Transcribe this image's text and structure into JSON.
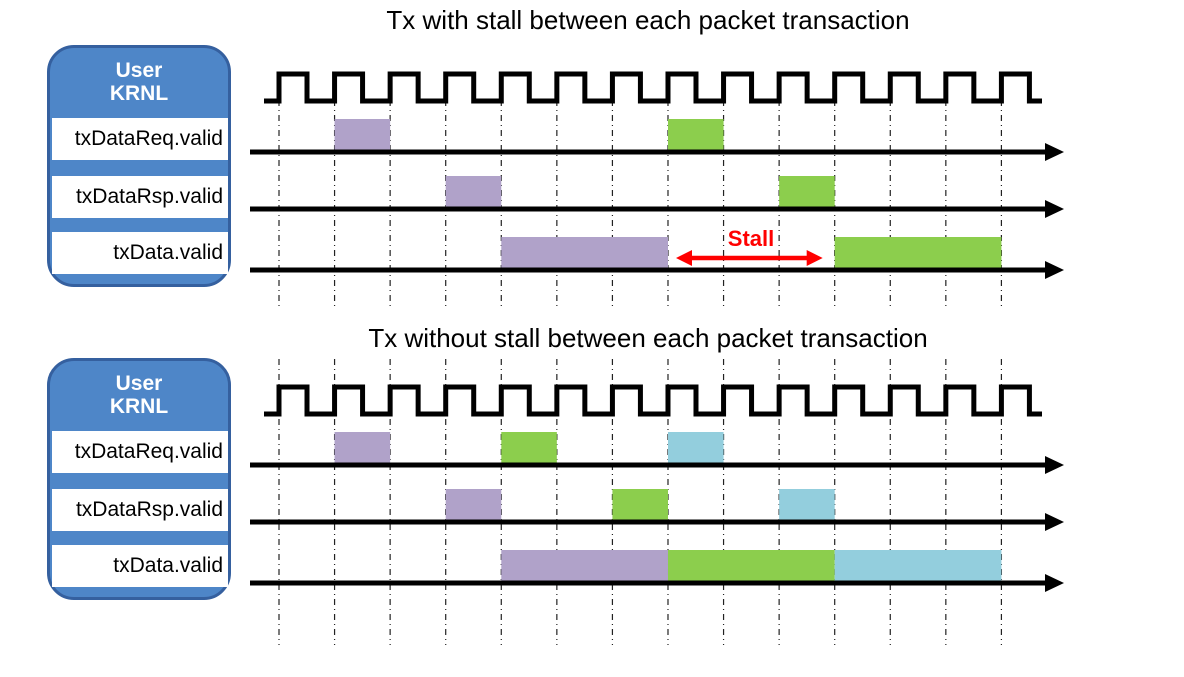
{
  "colors": {
    "purple": "#b0a2c9",
    "green": "#8cce4d",
    "blue": "#93cedd",
    "box_fill": "#4e86c8",
    "box_border": "#35609f",
    "stall_red": "#ff0000",
    "ink": "#000000"
  },
  "clock_cycles": 14,
  "diagrams": [
    {
      "title": "Tx with stall between each packet transaction",
      "box_label": [
        "User",
        "KRNL"
      ],
      "signals": [
        {
          "label": "txDataReq.valid",
          "pulses": [
            {
              "cycle": 1,
              "cycles": 1,
              "color": "purple"
            },
            {
              "cycle": 7,
              "cycles": 1,
              "color": "green"
            }
          ]
        },
        {
          "label": "txDataRsp.valid",
          "pulses": [
            {
              "cycle": 3,
              "cycles": 1,
              "color": "purple"
            },
            {
              "cycle": 9,
              "cycles": 1,
              "color": "green"
            }
          ]
        },
        {
          "label": "txData.valid",
          "pulses": [
            {
              "cycle": 4,
              "cycles": 3,
              "color": "purple"
            },
            {
              "cycle": 10,
              "cycles": 3,
              "color": "green"
            }
          ]
        }
      ],
      "stall": {
        "label": "Stall",
        "from_cycle": 7,
        "to_cycle": 10
      }
    },
    {
      "title": "Tx without stall between each packet transaction",
      "box_label": [
        "User",
        "KRNL"
      ],
      "signals": [
        {
          "label": "txDataReq.valid",
          "pulses": [
            {
              "cycle": 1,
              "cycles": 1,
              "color": "purple"
            },
            {
              "cycle": 4,
              "cycles": 1,
              "color": "green"
            },
            {
              "cycle": 7,
              "cycles": 1,
              "color": "blue"
            }
          ]
        },
        {
          "label": "txDataRsp.valid",
          "pulses": [
            {
              "cycle": 3,
              "cycles": 1,
              "color": "purple"
            },
            {
              "cycle": 6,
              "cycles": 1,
              "color": "green"
            },
            {
              "cycle": 9,
              "cycles": 1,
              "color": "blue"
            }
          ]
        },
        {
          "label": "txData.valid",
          "pulses": [
            {
              "cycle": 4,
              "cycles": 3,
              "color": "purple"
            },
            {
              "cycle": 7,
              "cycles": 3,
              "color": "green"
            },
            {
              "cycle": 10,
              "cycles": 3,
              "color": "blue"
            }
          ]
        }
      ],
      "stall": null
    }
  ]
}
